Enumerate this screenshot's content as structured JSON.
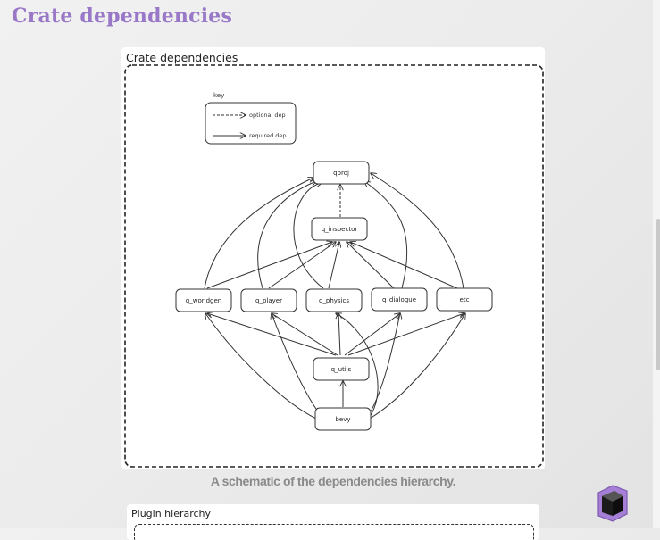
{
  "page": {
    "title": "Crate dependencies"
  },
  "figure": {
    "title": "Crate dependencies",
    "caption": "A schematic of the dependencies hierarchy.",
    "key": {
      "title": "key",
      "optional_label": "optional dep",
      "required_label": "required dep"
    },
    "nodes": {
      "qproj": "qproj",
      "q_inspector": "q_inspector",
      "q_worldgen": "q_worldgen",
      "q_player": "q_player",
      "q_physics": "q_physics",
      "q_dialogue": "q_dialogue",
      "etc": "etc",
      "q_utils": "q_utils",
      "bevy": "bevy"
    }
  },
  "next_figure": {
    "title": "Plugin hierarchy"
  },
  "colors": {
    "heading": "#9a78c8",
    "caption": "#8a8a8a",
    "diagram_stroke": "#333333"
  }
}
